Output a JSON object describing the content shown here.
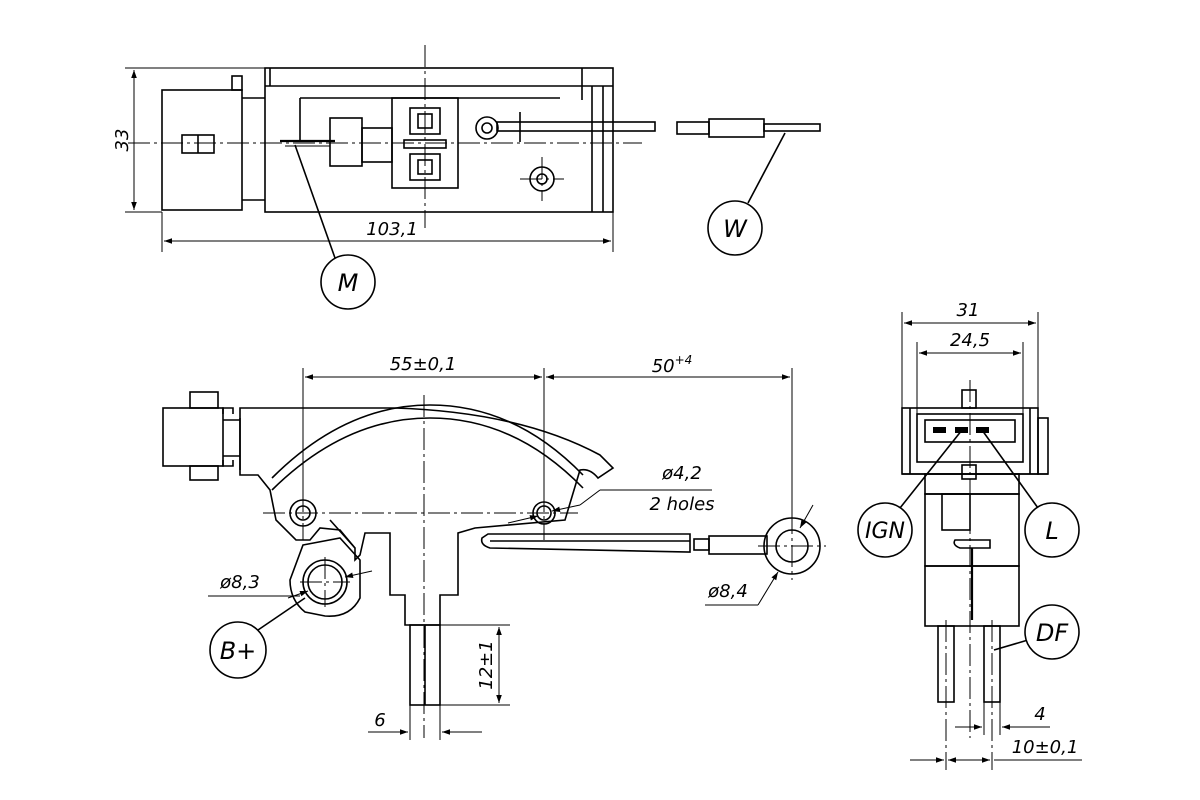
{
  "top_view": {
    "dim_height": "33",
    "dim_length": "103,1",
    "callout_m": "M",
    "callout_w": "W"
  },
  "front_view": {
    "dim_spacing": "55±0,1",
    "dim_wire": "50",
    "dim_wire_tol": "+4",
    "dim_holes": "ø4,2",
    "dim_holes_note": "2 holes",
    "dim_b_hole": "ø8,3",
    "dim_ring": "ø8,4",
    "dim_pin_len": "12±1",
    "dim_pin_width": "6",
    "callout_b": "B+"
  },
  "side_view": {
    "dim_width": "31",
    "dim_inner": "24,5",
    "dim_pin_gap": "4",
    "dim_pin_span": "10±0,1",
    "callout_ign": "IGN",
    "callout_l": "L",
    "callout_df": "DF"
  }
}
